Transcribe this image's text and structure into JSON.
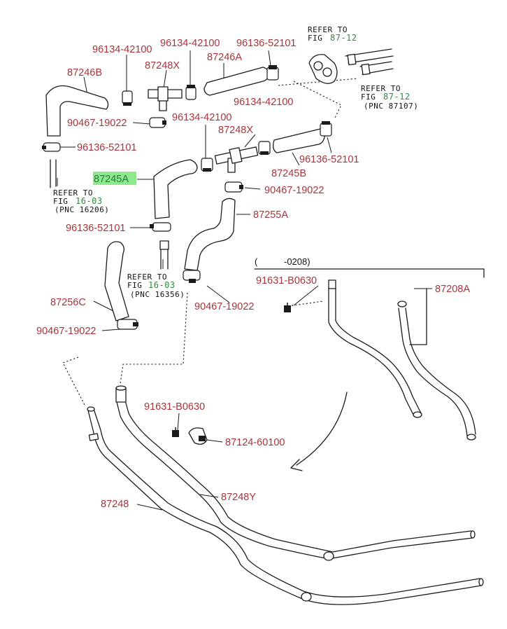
{
  "labels": {
    "l_96134_a": "96134-42100",
    "l_96134_b": "96134-42100",
    "l_96136_a": "96136-52101",
    "l_87246b": "87246B",
    "l_87248x_a": "87248X",
    "l_87246a": "87246A",
    "l_90467_a": "90467-19022",
    "l_96134_c": "96134-42100",
    "l_87248x_b": "87248X",
    "l_96136_b": "96136-52101",
    "l_96136_c": "96136-52101",
    "l_87245a": "87245A",
    "l_87245b": "87245B",
    "l_90467_b": "90467-19022",
    "l_87255a": "87255A",
    "l_96136_d": "96136-52101",
    "l_87256c": "87256C",
    "l_90467_c": "90467-19022",
    "l_90467_d": "90467-19022",
    "l_0208": "-0208)",
    "l_paren": "(",
    "l_91631_a": "91631-B0630",
    "l_87208a": "87208A",
    "l_91631_b": "91631-B0630",
    "l_87124": "87124-60100",
    "l_87248": "87248",
    "l_87248y": "87248Y"
  },
  "refs": {
    "r1_refer": "REFER TO",
    "r1_fig": "FIG",
    "r1_num": "87-12",
    "r2_refer": "REFER TO",
    "r2_fig": "FIG",
    "r2_num": "87-12",
    "r2_pnc": "(PNC 87107)",
    "r3_refer": "REFER TO",
    "r3_fig": "FIG",
    "r3_num": "16-03",
    "r3_pnc": "(PNC 16206)",
    "r4_refer": "REFER TO",
    "r4_fig": "FIG",
    "r4_num": "16-03",
    "r4_pnc": "(PNC 16356)"
  },
  "colors": {
    "label": "#a8343c",
    "highlight_fill": "#8ee88e",
    "fig_ref": "#2f8a3c"
  }
}
